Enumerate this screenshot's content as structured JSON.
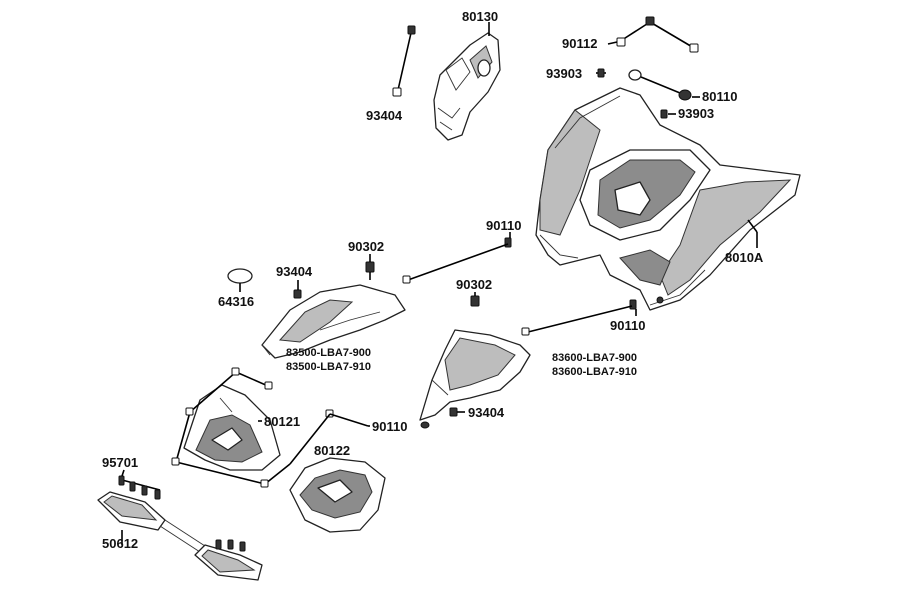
{
  "labels": {
    "p80130": "80130",
    "p93404_top": "93404",
    "p90112": "90112",
    "p93903_a": "93903",
    "p80110": "80110",
    "p93903_b": "93903",
    "p8010A": "8010A",
    "p90110_top": "90110",
    "p90302_left": "90302",
    "p93404_left": "93404",
    "p64316": "64316",
    "p90302_right": "90302",
    "p90110_right": "90110",
    "p83500_900": "83500-LBA7-900",
    "p83500_910": "83500-LBA7-910",
    "p83600_900": "83600-LBA7-900",
    "p83600_910": "83600-LBA7-910",
    "p80121": "80121",
    "p93404_mid": "93404",
    "p90110_bottom": "90110",
    "p95701": "95701",
    "p80122": "80122",
    "p50612": "50612"
  }
}
